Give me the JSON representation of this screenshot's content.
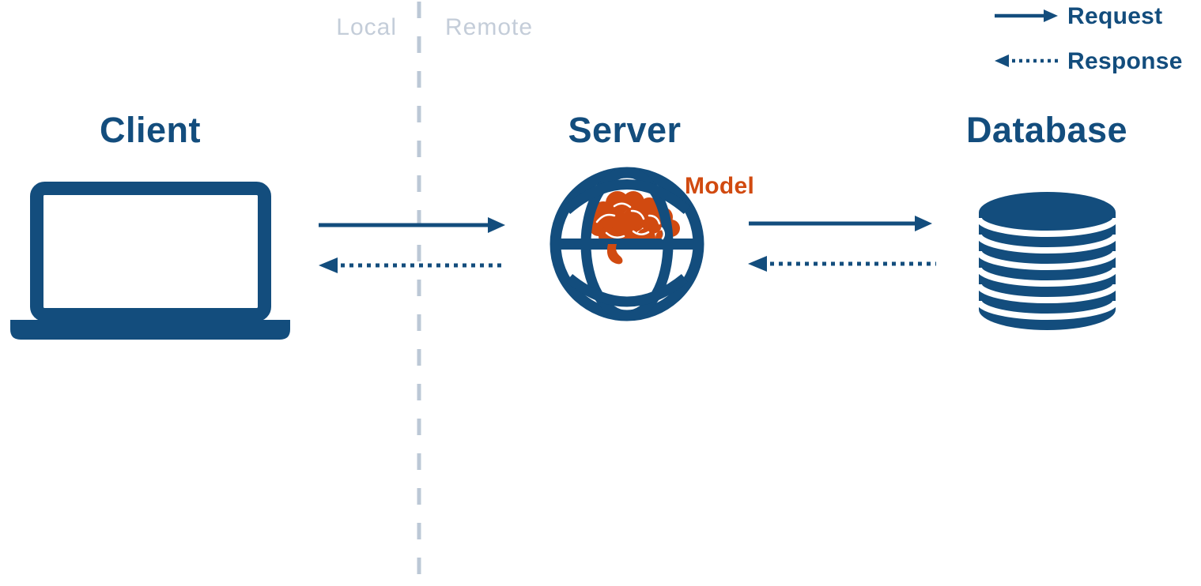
{
  "diagram": {
    "title": "client-server-database architecture",
    "boundary": {
      "left_label": "Local",
      "right_label": "Remote",
      "divider_style": "dashed-vertical"
    },
    "legend": [
      {
        "label": "Request",
        "arrow_style": "solid",
        "direction": "right"
      },
      {
        "label": "Response",
        "arrow_style": "dotted",
        "direction": "left"
      }
    ],
    "nodes": [
      {
        "id": "client",
        "label": "Client",
        "icon": "laptop-icon",
        "zone": "local"
      },
      {
        "id": "server",
        "label": "Server",
        "icon": "globe-icon",
        "zone": "remote",
        "badge": {
          "label": "Model",
          "icon": "brain-icon"
        }
      },
      {
        "id": "database",
        "label": "Database",
        "icon": "database-icon",
        "zone": "remote"
      }
    ],
    "edges": [
      {
        "from": "client",
        "to": "server",
        "type": "request",
        "style": "solid"
      },
      {
        "from": "server",
        "to": "client",
        "type": "response",
        "style": "dotted"
      },
      {
        "from": "server",
        "to": "database",
        "type": "request",
        "style": "solid"
      },
      {
        "from": "database",
        "to": "server",
        "type": "response",
        "style": "dotted"
      }
    ],
    "colors": {
      "primary": "#134d7d",
      "accent": "#d14a10",
      "muted-line": "#bcc8d6",
      "muted-text": "#c4cdd9",
      "background": "#ffffff"
    }
  }
}
